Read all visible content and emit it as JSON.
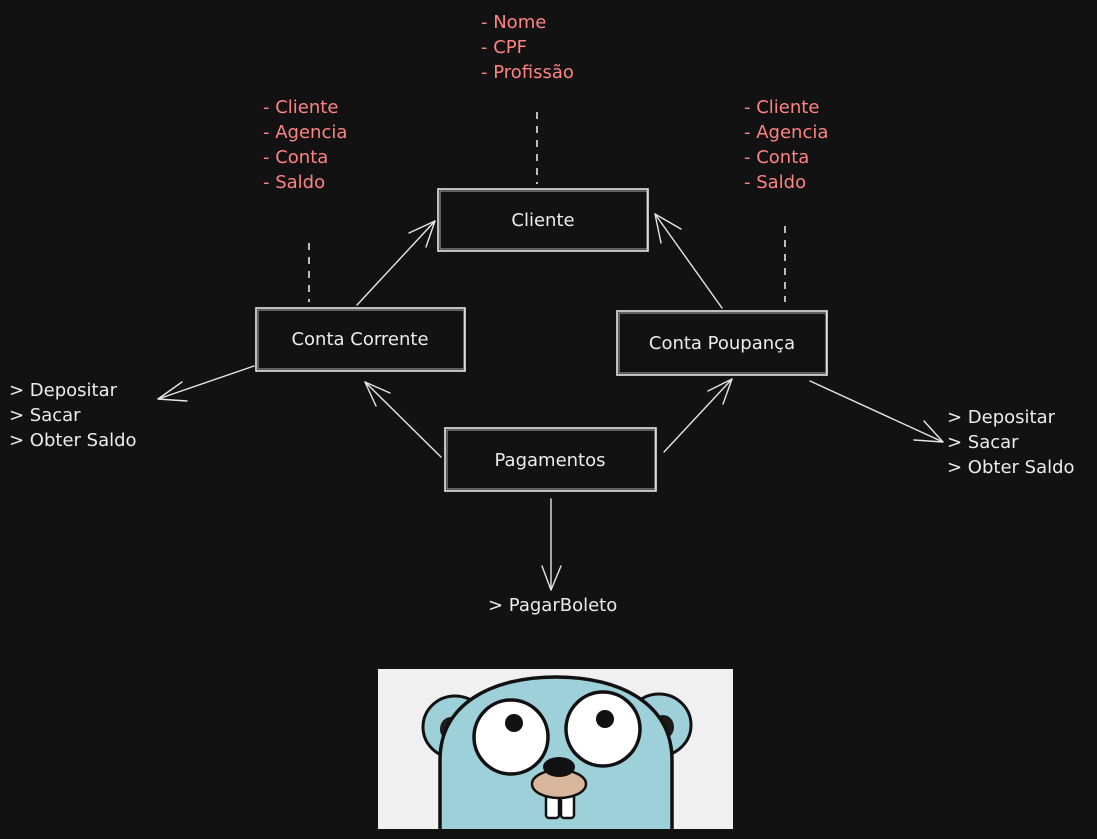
{
  "nodes": {
    "cliente": {
      "label": "Cliente"
    },
    "conta_corrente": {
      "label": "Conta Corrente"
    },
    "conta_poupanca": {
      "label": "Conta Poupança"
    },
    "pagamentos": {
      "label": "Pagamentos"
    }
  },
  "attributes": {
    "cliente": [
      "- Nome",
      "- CPF",
      "- Profissão"
    ],
    "conta_corrente": [
      "- Cliente",
      "- Agencia",
      "- Conta",
      "- Saldo"
    ],
    "conta_poupanca": [
      "- Cliente",
      "- Agencia",
      "- Conta",
      "- Saldo"
    ]
  },
  "methods": {
    "conta_corrente": [
      "> Depositar",
      "> Sacar",
      "> Obter Saldo"
    ],
    "conta_poupanca": [
      "> Depositar",
      "> Sacar",
      "> Obter Saldo"
    ],
    "pagamentos": [
      "> PagarBoleto"
    ]
  },
  "colors": {
    "background": "#121212",
    "attribute_text": "#ff8383",
    "foreground": "#ececec",
    "gopher_body": "#9ed0d9"
  },
  "image": {
    "icon": "go-gopher-mascot"
  }
}
